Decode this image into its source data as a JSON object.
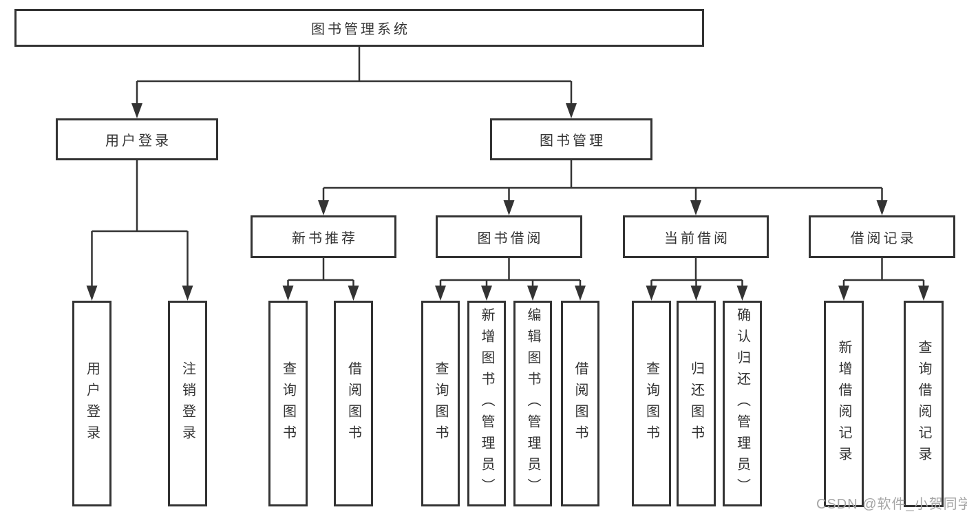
{
  "diagram": {
    "root_label": "图书管理系统",
    "branches": {
      "user_login": {
        "label": "用户登录",
        "children": [
          "用户登录",
          "注销登录"
        ]
      },
      "book_mgmt": {
        "label": "图书管理",
        "groups": {
          "new_book": {
            "label": "新书推荐",
            "children": [
              "查询图书",
              "借阅图书"
            ]
          },
          "book_borrow": {
            "label": "图书借阅",
            "children": [
              "查询图书",
              "新增图书（管理员）",
              "编辑图书（管理员）",
              "借阅图书"
            ]
          },
          "current_borrow": {
            "label": "当前借阅",
            "children": [
              "查询图书",
              "归还图书",
              "确认归还（管理员）"
            ]
          },
          "borrow_record": {
            "label": "借阅记录",
            "children": [
              "新增借阅记录",
              "查询借阅记录"
            ]
          }
        }
      }
    }
  },
  "watermark": {
    "text": "CSDN @软件_小贺同学"
  },
  "colors": {
    "line": "#333333",
    "box_border": "#333333",
    "text": "#333333",
    "background": "#ffffff",
    "watermark": "#a6a6a6"
  }
}
